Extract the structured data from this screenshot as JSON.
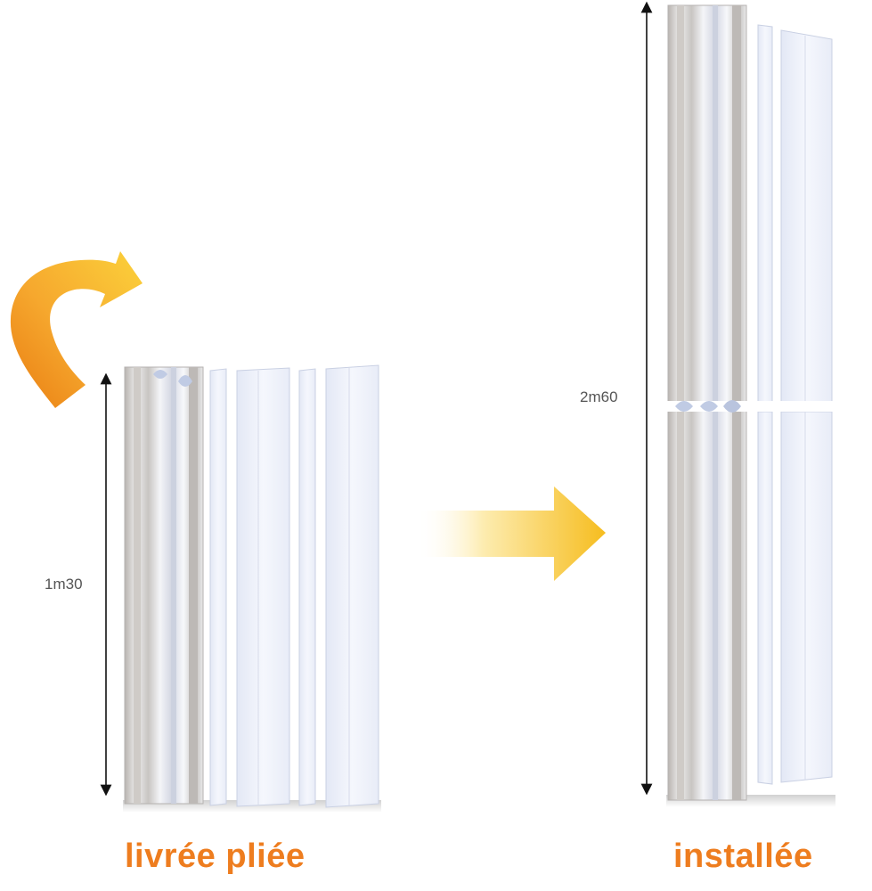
{
  "folded": {
    "height_label": "1m30",
    "caption": "livrée pliée"
  },
  "installed": {
    "height_label": "2m60",
    "caption": "installée"
  },
  "colors": {
    "caption": "#ee7d1f",
    "arrow_light": "#fff4c2",
    "arrow_mid": "#f7c433",
    "arrow_dark": "#ec8a18",
    "dimension_line": "#111111",
    "panel": "#eef1fa",
    "panel_edge": "#c9d0e3"
  },
  "icons": {
    "fold_arrow": "curved-arrow-icon",
    "transition_arrow": "right-arrow-icon"
  }
}
